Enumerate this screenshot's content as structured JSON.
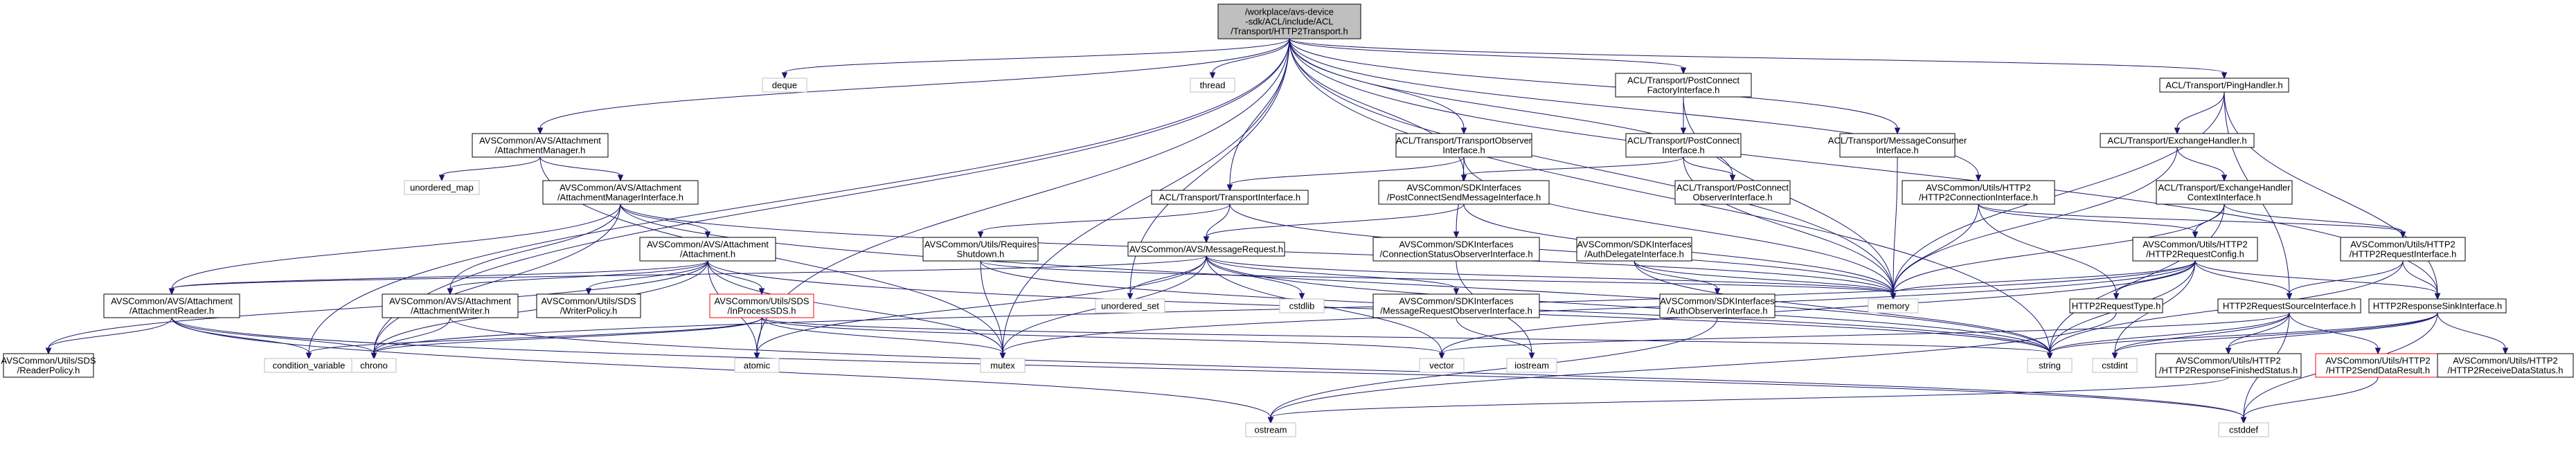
{
  "diagram": {
    "type": "include-dependency-graph",
    "nodes": [
      {
        "id": "root",
        "lines": [
          "/workplace/avs-device",
          "-sdk/ACL/include/ACL",
          "/Transport/HTTP2Transport.h"
        ],
        "style": "root"
      },
      {
        "id": "deque",
        "lines": [
          "deque"
        ],
        "style": "ext"
      },
      {
        "id": "thread",
        "lines": [
          "thread"
        ],
        "style": "ext"
      },
      {
        "id": "pcfi",
        "lines": [
          "ACL/Transport/PostConnect",
          "FactoryInterface.h"
        ],
        "style": "normal"
      },
      {
        "id": "ping",
        "lines": [
          "ACL/Transport/PingHandler.h"
        ],
        "style": "normal"
      },
      {
        "id": "am",
        "lines": [
          "AVSCommon/AVS/Attachment",
          "/AttachmentManager.h"
        ],
        "style": "normal"
      },
      {
        "id": "umap",
        "lines": [
          "unordered_map"
        ],
        "style": "ext"
      },
      {
        "id": "tobs",
        "lines": [
          "ACL/Transport/TransportObserver",
          "Interface.h"
        ],
        "style": "normal"
      },
      {
        "id": "pci",
        "lines": [
          "ACL/Transport/PostConnect",
          "Interface.h"
        ],
        "style": "normal"
      },
      {
        "id": "mci",
        "lines": [
          "ACL/Transport/MessageConsumer",
          "Interface.h"
        ],
        "style": "normal"
      },
      {
        "id": "exh",
        "lines": [
          "ACL/Transport/ExchangeHandler.h"
        ],
        "style": "normal"
      },
      {
        "id": "ami",
        "lines": [
          "AVSCommon/AVS/Attachment",
          "/AttachmentManagerInterface.h"
        ],
        "style": "normal"
      },
      {
        "id": "ti",
        "lines": [
          "ACL/Transport/TransportInterface.h"
        ],
        "style": "normal"
      },
      {
        "id": "pcsmi",
        "lines": [
          "AVSCommon/SDKInterfaces",
          "/PostConnectSendMessageInterface.h"
        ],
        "style": "normal"
      },
      {
        "id": "pcoi",
        "lines": [
          "ACL/Transport/PostConnect",
          "ObserverInterface.h"
        ],
        "style": "normal"
      },
      {
        "id": "h2ci",
        "lines": [
          "AVSCommon/Utils/HTTP2",
          "/HTTP2ConnectionInterface.h"
        ],
        "style": "normal"
      },
      {
        "id": "exhci",
        "lines": [
          "ACL/Transport/ExchangeHandler",
          "ContextInterface.h"
        ],
        "style": "normal"
      },
      {
        "id": "att",
        "lines": [
          "AVSCommon/AVS/Attachment",
          "/Attachment.h"
        ],
        "style": "normal"
      },
      {
        "id": "rsi",
        "lines": [
          "AVSCommon/Utils/Requires",
          "Shutdown.h"
        ],
        "style": "normal"
      },
      {
        "id": "msgreq",
        "lines": [
          "AVSCommon/AVS/MessageRequest.h"
        ],
        "style": "normal"
      },
      {
        "id": "csoi",
        "lines": [
          "AVSCommon/SDKInterfaces",
          "/ConnectionStatusObserverInterface.h"
        ],
        "style": "normal"
      },
      {
        "id": "adi",
        "lines": [
          "AVSCommon/SDKInterfaces",
          "/AuthDelegateInterface.h"
        ],
        "style": "normal"
      },
      {
        "id": "h2rc",
        "lines": [
          "AVSCommon/Utils/HTTP2",
          "/HTTP2RequestConfig.h"
        ],
        "style": "normal"
      },
      {
        "id": "h2ri",
        "lines": [
          "AVSCommon/Utils/HTTP2",
          "/HTTP2RequestInterface.h"
        ],
        "style": "normal"
      },
      {
        "id": "ar",
        "lines": [
          "AVSCommon/AVS/Attachment",
          "/AttachmentReader.h"
        ],
        "style": "normal"
      },
      {
        "id": "aw",
        "lines": [
          "AVSCommon/AVS/Attachment",
          "/AttachmentWriter.h"
        ],
        "style": "normal"
      },
      {
        "id": "wp",
        "lines": [
          "AVSCommon/Utils/SDS",
          "/WriterPolicy.h"
        ],
        "style": "normal"
      },
      {
        "id": "ipsds",
        "lines": [
          "AVSCommon/Utils/SDS",
          "/InProcessSDS.h"
        ],
        "style": "red"
      },
      {
        "id": "uset",
        "lines": [
          "unordered_set"
        ],
        "style": "ext"
      },
      {
        "id": "cstdlib",
        "lines": [
          "cstdlib"
        ],
        "style": "ext"
      },
      {
        "id": "mroi",
        "lines": [
          "AVSCommon/SDKInterfaces",
          "/MessageRequestObserverInterface.h"
        ],
        "style": "normal"
      },
      {
        "id": "aoi",
        "lines": [
          "AVSCommon/SDKInterfaces",
          "/AuthObserverInterface.h"
        ],
        "style": "normal"
      },
      {
        "id": "memory",
        "lines": [
          "memory"
        ],
        "style": "ext"
      },
      {
        "id": "h2rt",
        "lines": [
          "HTTP2RequestType.h"
        ],
        "style": "normal"
      },
      {
        "id": "h2rsi",
        "lines": [
          "HTTP2RequestSourceInterface.h"
        ],
        "style": "normal"
      },
      {
        "id": "h2rski",
        "lines": [
          "HTTP2ResponseSinkInterface.h"
        ],
        "style": "normal"
      },
      {
        "id": "rp",
        "lines": [
          "AVSCommon/Utils/SDS",
          "/ReaderPolicy.h"
        ],
        "style": "normal"
      },
      {
        "id": "cv",
        "lines": [
          "condition_variable"
        ],
        "style": "ext"
      },
      {
        "id": "chrono",
        "lines": [
          "chrono"
        ],
        "style": "ext"
      },
      {
        "id": "atomic",
        "lines": [
          "atomic"
        ],
        "style": "ext"
      },
      {
        "id": "mutex",
        "lines": [
          "mutex"
        ],
        "style": "ext"
      },
      {
        "id": "vector",
        "lines": [
          "vector"
        ],
        "style": "ext"
      },
      {
        "id": "iostream",
        "lines": [
          "iostream"
        ],
        "style": "ext"
      },
      {
        "id": "string",
        "lines": [
          "string"
        ],
        "style": "ext"
      },
      {
        "id": "cstdint",
        "lines": [
          "cstdint"
        ],
        "style": "ext"
      },
      {
        "id": "h2rfs",
        "lines": [
          "AVSCommon/Utils/HTTP2",
          "/HTTP2ResponseFinishedStatus.h"
        ],
        "style": "normal"
      },
      {
        "id": "h2sdr",
        "lines": [
          "AVSCommon/Utils/HTTP2",
          "/HTTP2SendDataResult.h"
        ],
        "style": "red"
      },
      {
        "id": "h2rds",
        "lines": [
          "AVSCommon/Utils/HTTP2",
          "/HTTP2ReceiveDataStatus.h"
        ],
        "style": "normal"
      },
      {
        "id": "ostream",
        "lines": [
          "ostream"
        ],
        "style": "ext"
      },
      {
        "id": "cstddef",
        "lines": [
          "cstddef"
        ],
        "style": "ext"
      }
    ],
    "edges": [
      [
        "root",
        "deque"
      ],
      [
        "root",
        "thread"
      ],
      [
        "root",
        "pcfi"
      ],
      [
        "root",
        "ping"
      ],
      [
        "root",
        "am"
      ],
      [
        "root",
        "tobs"
      ],
      [
        "root",
        "mci"
      ],
      [
        "root",
        "ti"
      ],
      [
        "root",
        "pcsmi"
      ],
      [
        "root",
        "pcoi"
      ],
      [
        "root",
        "h2ci"
      ],
      [
        "root",
        "memory"
      ],
      [
        "root",
        "uset"
      ],
      [
        "root",
        "chrono"
      ],
      [
        "root",
        "atomic"
      ],
      [
        "root",
        "mutex"
      ],
      [
        "root",
        "cv"
      ],
      [
        "root",
        "h2rski"
      ],
      [
        "root",
        "string"
      ],
      [
        "pcfi",
        "pci"
      ],
      [
        "pcfi",
        "memory"
      ],
      [
        "pci",
        "pcoi"
      ],
      [
        "pci",
        "pcsmi"
      ],
      [
        "pci",
        "memory"
      ],
      [
        "ping",
        "exh"
      ],
      [
        "ping",
        "h2rsi"
      ],
      [
        "ping",
        "h2rski"
      ],
      [
        "ping",
        "memory"
      ],
      [
        "exh",
        "exhci"
      ],
      [
        "exh",
        "memory"
      ],
      [
        "exhci",
        "h2rc"
      ],
      [
        "exhci",
        "h2ri"
      ],
      [
        "exhci",
        "memory"
      ],
      [
        "exhci",
        "string"
      ],
      [
        "am",
        "umap"
      ],
      [
        "am",
        "ami"
      ],
      [
        "am",
        "mutex"
      ],
      [
        "ami",
        "att"
      ],
      [
        "ami",
        "ar"
      ],
      [
        "ami",
        "aw"
      ],
      [
        "ami",
        "chrono"
      ],
      [
        "ami",
        "memory"
      ],
      [
        "ami",
        "string"
      ],
      [
        "att",
        "ar"
      ],
      [
        "att",
        "aw"
      ],
      [
        "att",
        "wp"
      ],
      [
        "att",
        "ipsds"
      ],
      [
        "att",
        "rp"
      ],
      [
        "att",
        "atomic"
      ],
      [
        "att",
        "mutex"
      ],
      [
        "att",
        "string"
      ],
      [
        "att",
        "chrono"
      ],
      [
        "ar",
        "rp"
      ],
      [
        "ar",
        "chrono"
      ],
      [
        "ar",
        "cstddef"
      ],
      [
        "ar",
        "ostream"
      ],
      [
        "ar",
        "cv"
      ],
      [
        "aw",
        "chrono"
      ],
      [
        "aw",
        "cstddef"
      ],
      [
        "ipsds",
        "chrono"
      ],
      [
        "ipsds",
        "atomic"
      ],
      [
        "ipsds",
        "mutex"
      ],
      [
        "ipsds",
        "vector"
      ],
      [
        "ipsds",
        "cv"
      ],
      [
        "ipsds",
        "string"
      ],
      [
        "tobs",
        "ti"
      ],
      [
        "tobs",
        "csoi"
      ],
      [
        "tobs",
        "memory"
      ],
      [
        "ti",
        "rsi"
      ],
      [
        "ti",
        "msgreq"
      ],
      [
        "ti",
        "memory"
      ],
      [
        "rsi",
        "mutex"
      ],
      [
        "rsi",
        "string"
      ],
      [
        "rsi",
        "memory"
      ],
      [
        "msgreq",
        "uset"
      ],
      [
        "msgreq",
        "cstdlib"
      ],
      [
        "msgreq",
        "mroi"
      ],
      [
        "msgreq",
        "vector"
      ],
      [
        "msgreq",
        "mutex"
      ],
      [
        "msgreq",
        "string"
      ],
      [
        "msgreq",
        "memory"
      ],
      [
        "msgreq",
        "atomic"
      ],
      [
        "msgreq",
        "ar"
      ],
      [
        "mroi",
        "iostream"
      ],
      [
        "csoi",
        "iostream"
      ],
      [
        "pcsmi",
        "msgreq"
      ],
      [
        "pcsmi",
        "memory"
      ],
      [
        "mci",
        "memory"
      ],
      [
        "h2ci",
        "h2rc"
      ],
      [
        "h2ci",
        "h2ri"
      ],
      [
        "h2ci",
        "memory"
      ],
      [
        "h2ci",
        "h2rt"
      ],
      [
        "adi",
        "aoi"
      ],
      [
        "adi",
        "memory"
      ],
      [
        "adi",
        "string"
      ],
      [
        "aoi",
        "ostream"
      ],
      [
        "h2rc",
        "h2rt"
      ],
      [
        "h2rc",
        "h2rsi"
      ],
      [
        "h2rc",
        "h2rski"
      ],
      [
        "h2rc",
        "chrono"
      ],
      [
        "h2rc",
        "cstdint"
      ],
      [
        "h2rc",
        "memory"
      ],
      [
        "h2rc",
        "string"
      ],
      [
        "h2rc",
        "vector"
      ],
      [
        "h2rc",
        "mutex"
      ],
      [
        "h2ri",
        "h2rsi"
      ],
      [
        "h2ri",
        "h2rski"
      ],
      [
        "h2ri",
        "string"
      ],
      [
        "h2rt",
        "ostream"
      ],
      [
        "h2rsi",
        "h2rfs"
      ],
      [
        "h2rsi",
        "h2sdr"
      ],
      [
        "h2rsi",
        "cstddef"
      ],
      [
        "h2rsi",
        "string"
      ],
      [
        "h2rsi",
        "cstdint"
      ],
      [
        "h2rsi",
        "vector"
      ],
      [
        "h2rski",
        "h2rfs"
      ],
      [
        "h2rski",
        "h2rds"
      ],
      [
        "h2rski",
        "cstddef"
      ],
      [
        "h2rski",
        "string"
      ],
      [
        "h2rski",
        "cstdint"
      ],
      [
        "h2rfs",
        "ostream"
      ],
      [
        "h2sdr",
        "cstddef"
      ]
    ]
  }
}
